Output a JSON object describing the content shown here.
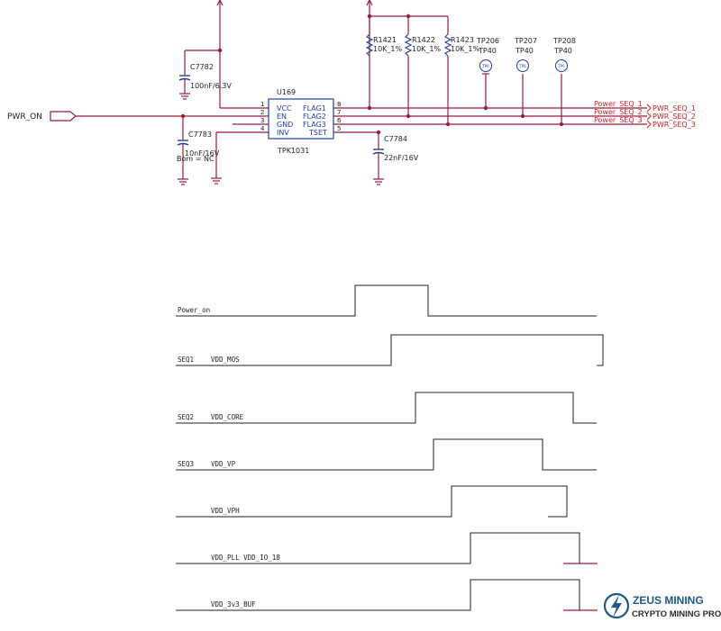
{
  "schematic": {
    "input_net": "PWR_ON",
    "ic": {
      "ref": "U169",
      "part": "TPK1031",
      "pins_left": [
        {
          "num": "1",
          "name": "VCC"
        },
        {
          "num": "2",
          "name": "EN"
        },
        {
          "num": "3",
          "name": "GND"
        },
        {
          "num": "4",
          "name": "INV"
        }
      ],
      "pins_right": [
        {
          "num": "8",
          "name": "FLAG1"
        },
        {
          "num": "7",
          "name": "FLAG2"
        },
        {
          "num": "6",
          "name": "FLAG3"
        },
        {
          "num": "5",
          "name": "TSET"
        }
      ]
    },
    "caps": [
      {
        "ref": "C7782",
        "value": "100nF/6.3V"
      },
      {
        "ref": "C7783",
        "value": "10nF/16V",
        "note": "Bom = NC"
      },
      {
        "ref": "C7784",
        "value": "22nF/16V"
      }
    ],
    "resistors": [
      {
        "ref": "R1421",
        "value": "10K_1%"
      },
      {
        "ref": "R1422",
        "value": "10K_1%"
      },
      {
        "ref": "R1423",
        "value": "10K_1%"
      }
    ],
    "testpoints": [
      {
        "ref": "TP206",
        "type": "TP40"
      },
      {
        "ref": "TP207",
        "type": "TP40"
      },
      {
        "ref": "TP208",
        "type": "TP40"
      }
    ],
    "test_circle_label": "TP6",
    "outputs": [
      {
        "net": "Power_SEQ_1",
        "port": "PWR_SEQ_1"
      },
      {
        "net": "Power_SEQ_2",
        "port": "PWR_SEQ_2"
      },
      {
        "net": "Power_SEQ_3",
        "port": "PWR_SEQ_3"
      }
    ],
    "colors": {
      "wire": "#9b1b3b",
      "symbol": "#1f3f9f",
      "net_label": "#cc2020",
      "trace": "#222222",
      "wm_title": "#1b5a8a",
      "wm_sub": "#2b2b2b"
    }
  },
  "timing": [
    {
      "tag": "Power_on",
      "rail": "",
      "rise": 0.43,
      "fall": 0.55
    },
    {
      "tag": "SEQ1",
      "rail": "VDD_MOS",
      "rise": 0.49,
      "fall": 0.84
    },
    {
      "tag": "SEQ2",
      "rail": "VDD_CORE",
      "rise": 0.53,
      "fall": 0.79
    },
    {
      "tag": "SEQ3",
      "rail": "VDD_VP",
      "rise": 0.56,
      "fall": 0.74
    },
    {
      "tag": "",
      "rail": "VDD_VPH",
      "rise": 0.59,
      "fall": 0.78
    },
    {
      "tag": "",
      "rail": "VDD_PLL  VDD_IO_18",
      "rise": 0.62,
      "fall": 0.8
    },
    {
      "tag": "",
      "rail": "VDD_3v3_BUF",
      "rise": 0.62,
      "fall": 0.8
    }
  ],
  "watermark": {
    "brand": "ZEUS MINING",
    "tagline": "CRYPTO MINING PRO"
  }
}
